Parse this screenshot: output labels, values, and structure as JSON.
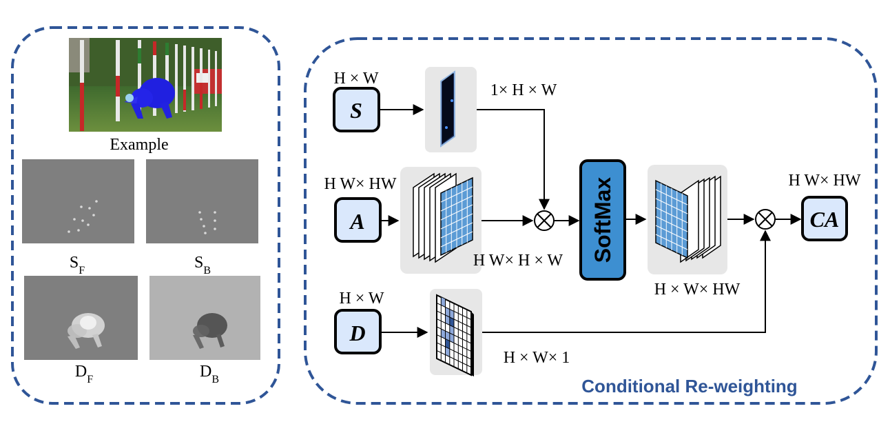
{
  "left_panel": {
    "example_label": "Example",
    "sf_label": "S",
    "sf_sub": "F",
    "sb_label": "S",
    "sb_sub": "B",
    "df_label": "D",
    "df_sub": "F",
    "db_label": "D",
    "db_sub": "B"
  },
  "right_panel": {
    "title": "Conditional Re-weighting",
    "s_var": "S",
    "a_var": "A",
    "d_var": "D",
    "ca_var": "CA",
    "s_dim": "H × W",
    "a_dim": "H W× HW",
    "d_dim": "H × W",
    "s_map_dim": "1× H × W",
    "a_map_dim": "H W× H × W",
    "d_map_dim": "H × W× 1",
    "softmax_out_dim": "H × W× HW",
    "ca_dim": "H W× HW",
    "softmax_label": "SoftMax",
    "multiply_symbol": "⊗"
  },
  "colors": {
    "dash_border": "#2f5597",
    "var_box_fill": "#dae8fc",
    "softmax_fill": "#3d8fd1",
    "grid_cell": "#5b9bd5",
    "title_color": "#2f5597",
    "panel_bg": "#e7e7e7"
  }
}
